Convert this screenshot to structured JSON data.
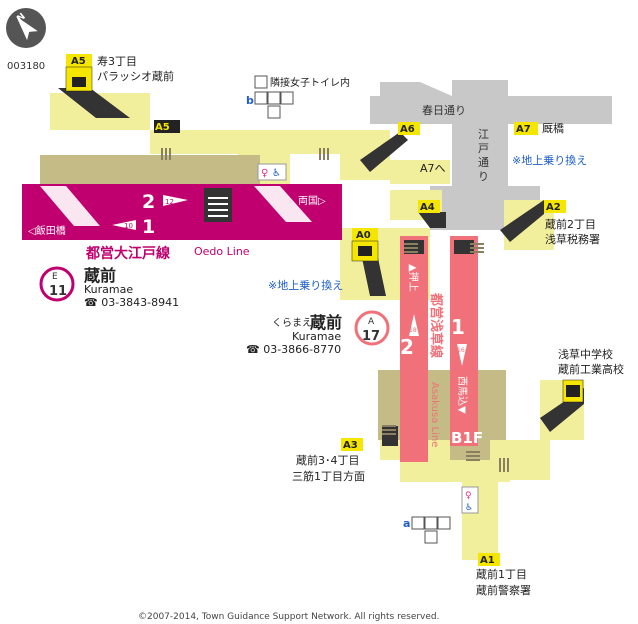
{
  "map_id": "003180",
  "compass": "N",
  "copyright": "©2007-2014, Town Guidance Support Network. All rights reserved.",
  "floor_label": "B1F",
  "stations": {
    "oedo": {
      "line_label": "都営大江戸線",
      "line_roman": "Oedo Line",
      "code_letter": "E",
      "code_number": "11",
      "name": "蔵前",
      "name_roman": "Kuramae",
      "phone": "☎ 03-3843-8941",
      "platform_2_number": "2",
      "platform_1_number": "1",
      "platform_2_dir": "両国▷",
      "platform_1_dir": "◁飯田橋",
      "flag_2": "12",
      "flag_1": "10",
      "color": "#c0006e"
    },
    "asakusa": {
      "line_label": "都営浅草線",
      "line_roman": "Asakusa Line",
      "code_letter": "A",
      "code_number": "17",
      "name_kana": "くらまえ",
      "name": "蔵前",
      "name_roman": "Kuramae",
      "phone": "☎ 03-3866-8770",
      "platform_2_number": "2",
      "platform_1_number": "1",
      "platform_2_dir": "▲押上",
      "platform_1_dir": "西馬込▼",
      "flag_2": "18",
      "flag_1": "16",
      "color": "#f0717a"
    }
  },
  "exits": {
    "A5": {
      "label": "A5",
      "dest1": "寿3丁目",
      "dest2": "パラッシオ蔵前"
    },
    "A6": {
      "label": "A6"
    },
    "A7": {
      "label": "A7",
      "dest": "厩橋"
    },
    "A7_link": "A7へ",
    "A4": {
      "label": "A4"
    },
    "A2": {
      "label": "A2",
      "dest1": "蔵前2丁目",
      "dest2": "浅草税務署"
    },
    "A0": {
      "label": "A0"
    },
    "A3": {
      "label": "A3",
      "dest1": "蔵前3･4丁目",
      "dest2": "三筋1丁目方面"
    },
    "A1": {
      "label": "A1",
      "dest1": "蔵前1丁目",
      "dest2": "蔵前警察署"
    },
    "school_1": "浅草中学校",
    "school_2": "蔵前工業高校"
  },
  "streets": {
    "kasuga": "春日通り",
    "edo": "江戸通り"
  },
  "transfer_note": "※地上乗り換え",
  "toilet_b": {
    "marker": "b",
    "note": "隣接女子トイレ内"
  },
  "toilet_a": {
    "marker": "a"
  },
  "colors": {
    "concourse": "#f2ef9c",
    "platform_dark": "#c5bb86",
    "street": "#c8c8c8",
    "exit_bg": "#f5e600",
    "oedo": "#c0006e",
    "asakusa": "#f0717a",
    "link_blue": "#1e5fc8"
  }
}
